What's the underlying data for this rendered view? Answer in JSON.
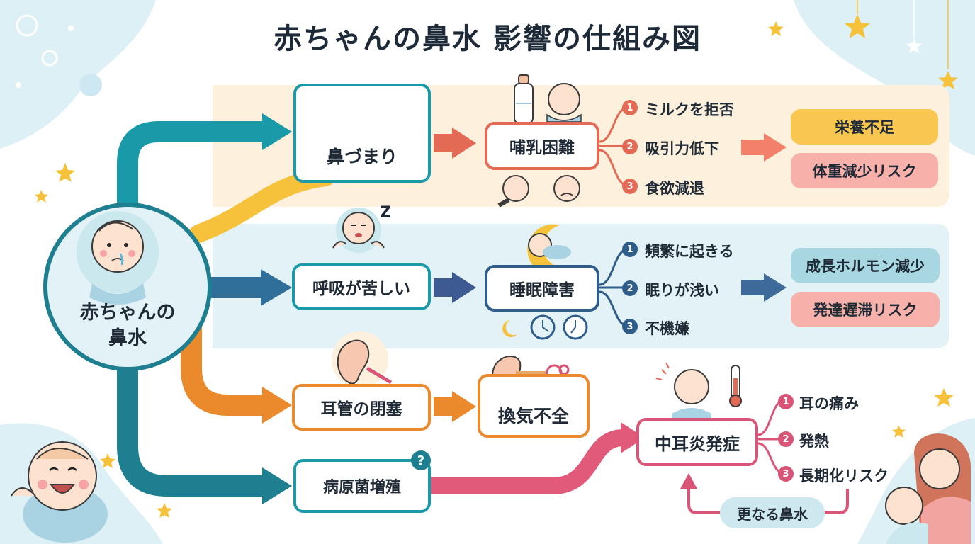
{
  "title": "赤ちゃんの鼻水 影響の仕組み図",
  "center": {
    "line1": "赤ちゃんの",
    "line2": "鼻水"
  },
  "causes": {
    "nasal_congestion": "鼻づまり",
    "breathing": "呼吸が苦しい",
    "ear_tube": "耳管の閉塞",
    "pathogen": "病原菌増殖"
  },
  "effects": {
    "feeding": "哺乳困難",
    "sleep": "睡眠障害",
    "ventilation": "換気不全",
    "otitis": "中耳炎発症"
  },
  "feeding_branches": [
    {
      "num": "1",
      "text": "ミルクを拒否"
    },
    {
      "num": "2",
      "text": "吸引力低下"
    },
    {
      "num": "3",
      "text": "食欲減退"
    }
  ],
  "sleep_branches": [
    {
      "num": "1",
      "text": "頻繁に起きる"
    },
    {
      "num": "2",
      "text": "眠りが浅い"
    },
    {
      "num": "3",
      "text": "不機嫌"
    }
  ],
  "otitis_branches": [
    {
      "num": "1",
      "text": "耳の痛み"
    },
    {
      "num": "2",
      "text": "発熱"
    },
    {
      "num": "3",
      "text": "長期化リスク"
    }
  ],
  "outcomes": {
    "malnutrition": "栄養不足",
    "weight_loss": "体重減少リスク",
    "growth_hormone": "成長ホルモン減少",
    "dev_delay": "発達遅滞リスク",
    "more_runny_nose": "更なる鼻水"
  },
  "question_mark": "?",
  "snore_z": "Z",
  "colors": {
    "teal": "#1a9aa8",
    "navy": "#2f5d8a",
    "red": "#e36a55",
    "orange": "#ea8a2c",
    "pink": "#d95577",
    "yellow": "#f7c23b",
    "peach_band": "#fdf0dc",
    "blue_band": "#e3f2f6"
  }
}
